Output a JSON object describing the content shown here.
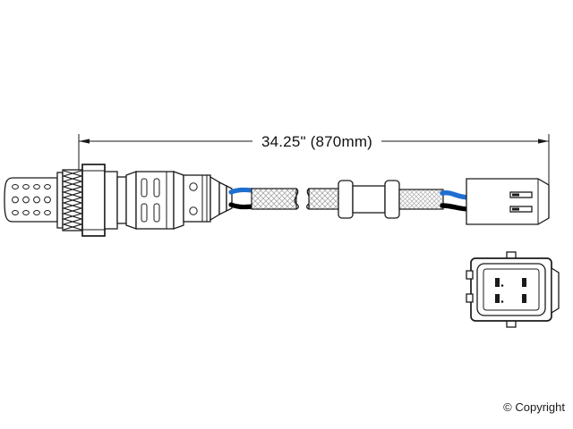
{
  "document": {
    "type": "technical-line-drawing",
    "subject": "oxygen-sensor-assembly",
    "background_color": "#ffffff"
  },
  "dimension": {
    "label": "34.25\" (870mm)",
    "inches": "34.25\"",
    "millimeters": "(870mm)",
    "line_color": "#1a1a1a"
  },
  "footer": {
    "copyright": "© Copyright"
  },
  "colors": {
    "outline": "#1a1a1a",
    "wire_blue": "#1f6fd0",
    "wire_black": "#000000",
    "body_fill": "#ffffff",
    "shade_gray": "#d9d9d9",
    "hatch_gray": "#9a9a9a"
  },
  "parts": [
    {
      "id": "sensor-shield-tip",
      "label": "Perforated sensor shield",
      "hole_rows": 3,
      "hole_cols": 4
    },
    {
      "id": "threaded-section",
      "label": "Threaded mounting section"
    },
    {
      "id": "hex-nut",
      "label": "Hex nut flange"
    },
    {
      "id": "sensor-body",
      "label": "Sensor body with vent slots",
      "vent_rows": 2,
      "vent_cols": 2
    },
    {
      "id": "mid-collar",
      "label": "Mid collar with bore holes",
      "holes": 2
    },
    {
      "id": "strain-relief-boot",
      "label": "Ribbed strain relief boot"
    },
    {
      "id": "wire-harness",
      "label": "Two-wire harness",
      "wires": [
        "blue",
        "black"
      ]
    },
    {
      "id": "braided-sheath-left",
      "label": "Braided cable sheath"
    },
    {
      "id": "break-symbol",
      "label": "Cable break symbol"
    },
    {
      "id": "braided-sheath-right",
      "label": "Braided cable sheath continued"
    },
    {
      "id": "inline-grommet",
      "label": "Inline spool grommet"
    },
    {
      "id": "connector-housing",
      "label": "Connector housing",
      "latch_slots": 2
    },
    {
      "id": "connector-face",
      "label": "Connector face view",
      "pin_count": 4
    }
  ],
  "connector_face": {
    "pin_count": 4,
    "pins": [
      {
        "position": "top-left",
        "keyed": true
      },
      {
        "position": "top-right",
        "keyed": false
      },
      {
        "position": "bottom-left",
        "keyed": true
      },
      {
        "position": "bottom-right",
        "keyed": false
      }
    ],
    "side_tabs": 2,
    "top_tab": 1,
    "bottom_tab": 1
  }
}
